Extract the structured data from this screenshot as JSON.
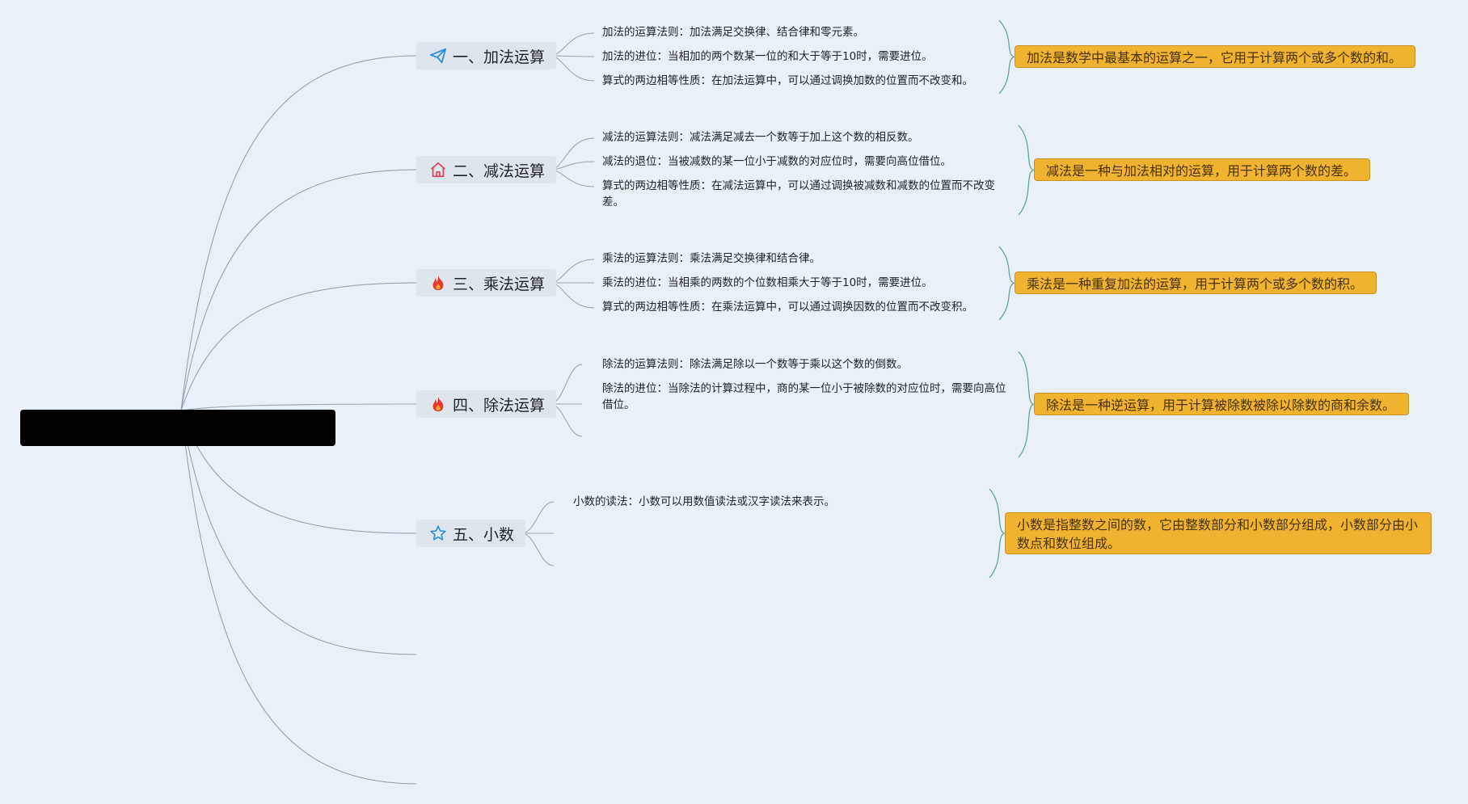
{
  "root": {
    "label": ""
  },
  "topics": [
    {
      "label": "一、加法运算",
      "icon": "paper-plane-icon",
      "icon_color": "#2f8fd8",
      "details": [
        "加法的运算法则：加法满足交换律、结合律和零元素。",
        "加法的进位：当相加的两个数某一位的和大于等于10时，需要进位。",
        "算式的两边相等性质：在加法运算中，可以通过调换加数的位置而不改变和。"
      ],
      "summary": "加法是数学中最基本的运算之一，它用于计算两个或多个数的和。"
    },
    {
      "label": "二、减法运算",
      "icon": "home-icon",
      "icon_color": "#d9495b",
      "details": [
        "减法的运算法则：减法满足减去一个数等于加上这个数的相反数。",
        "减法的退位：当被减数的某一位小于减数的对应位时，需要向高位借位。",
        "算式的两边相等性质：在减法运算中，可以通过调换被减数和减数的位置而不改变差。"
      ],
      "summary": "减法是一种与加法相对的运算，用于计算两个数的差。"
    },
    {
      "label": "三、乘法运算",
      "icon": "fire-icon",
      "icon_color": "#e8382b",
      "details": [
        "乘法的运算法则：乘法满足交换律和结合律。",
        "乘法的进位：当相乘的两数的个位数相乘大于等于10时，需要进位。",
        "算式的两边相等性质：在乘法运算中，可以通过调换因数的位置而不改变积。"
      ],
      "summary": "乘法是一种重复加法的运算，用于计算两个或多个数的积。"
    },
    {
      "label": "四、除法运算",
      "icon": "fire-icon",
      "icon_color": "#e8382b",
      "details": [
        "除法的运算法则：除法满足除以一个数等于乘以这个数的倒数。",
        "除法的进位：当除法的计算过程中，商的某一位小于被除数的对应位时，需要向高位借位。"
      ],
      "summary": "除法是一种逆运算，用于计算被除数被除以除数的商和余数。"
    },
    {
      "label": "五、小数",
      "icon": "star-icon",
      "icon_color": "#2f8fd8",
      "details": [
        "小数的读法：小数可以用数值读法或汉字读法来表示。"
      ],
      "summary": "小数是指整数之间的数，它由整数部分和小数部分组成，小数部分由小数点和数位组成。"
    }
  ],
  "colors": {
    "background": "#e9f0f8",
    "branch_line": "#9aa3ad",
    "detail_line": "#9aa3ad",
    "bracket_line": "#5fa89a",
    "summary_fill": "#f0b330",
    "topic_fill": "#dfe5ec"
  }
}
